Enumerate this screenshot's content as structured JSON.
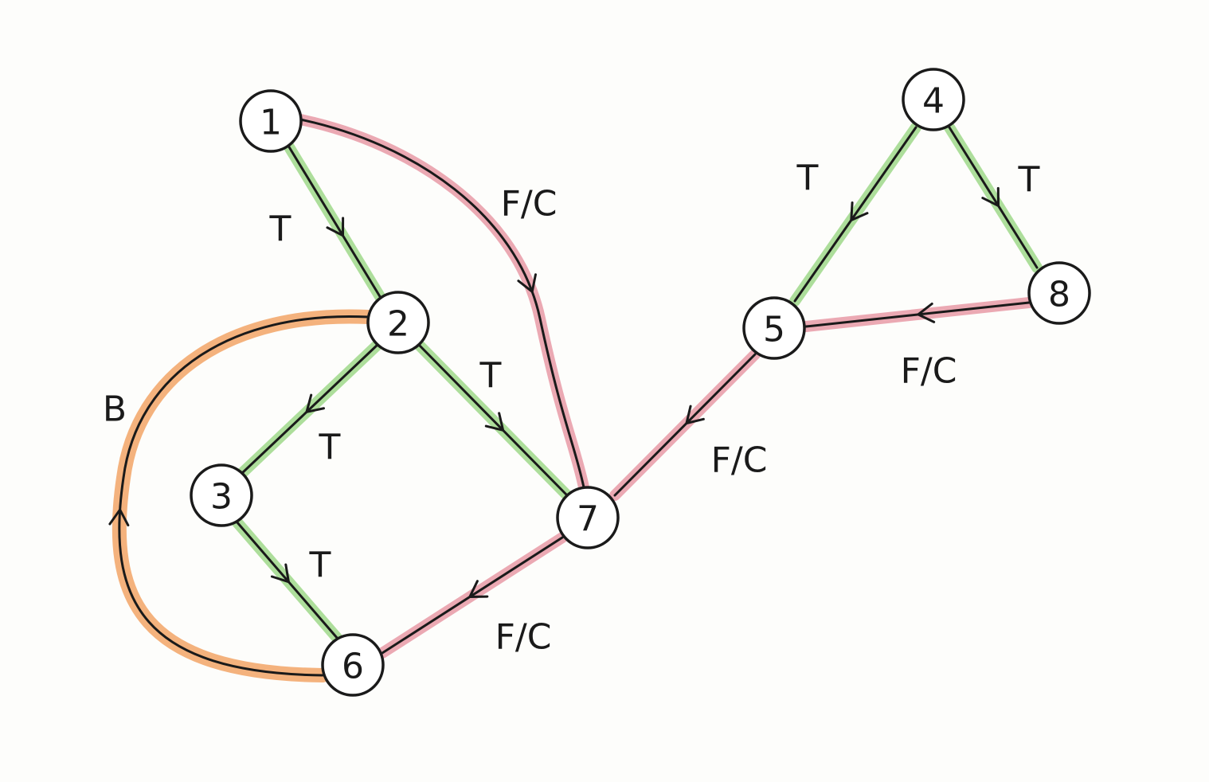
{
  "diagram": {
    "type": "directed-graph",
    "colors": {
      "tree_edge": "#9fd88a",
      "forward_cross_edge": "#e79aa6",
      "back_edge": "#f2a566",
      "ink": "#1a1a1a",
      "node_fill": "#ffffff",
      "background": "#fdfdfb"
    },
    "nodes": [
      {
        "id": "1",
        "label": "1"
      },
      {
        "id": "2",
        "label": "2"
      },
      {
        "id": "3",
        "label": "3"
      },
      {
        "id": "4",
        "label": "4"
      },
      {
        "id": "5",
        "label": "5"
      },
      {
        "id": "6",
        "label": "6"
      },
      {
        "id": "7",
        "label": "7"
      },
      {
        "id": "8",
        "label": "8"
      }
    ],
    "edges": [
      {
        "from": "1",
        "to": "2",
        "label": "T",
        "kind": "tree"
      },
      {
        "from": "1",
        "to": "7",
        "label": "F/C",
        "kind": "forward_cross"
      },
      {
        "from": "2",
        "to": "3",
        "label": "T",
        "kind": "tree"
      },
      {
        "from": "2",
        "to": "7",
        "label": "T",
        "kind": "tree"
      },
      {
        "from": "3",
        "to": "6",
        "label": "T",
        "kind": "tree"
      },
      {
        "from": "6",
        "to": "2",
        "label": "B",
        "kind": "back"
      },
      {
        "from": "7",
        "to": "6",
        "label": "F/C",
        "kind": "forward_cross"
      },
      {
        "from": "5",
        "to": "7",
        "label": "F/C",
        "kind": "forward_cross"
      },
      {
        "from": "4",
        "to": "5",
        "label": "T",
        "kind": "tree"
      },
      {
        "from": "4",
        "to": "8",
        "label": "T",
        "kind": "tree"
      },
      {
        "from": "8",
        "to": "5",
        "label": "F/C",
        "kind": "forward_cross"
      }
    ]
  }
}
